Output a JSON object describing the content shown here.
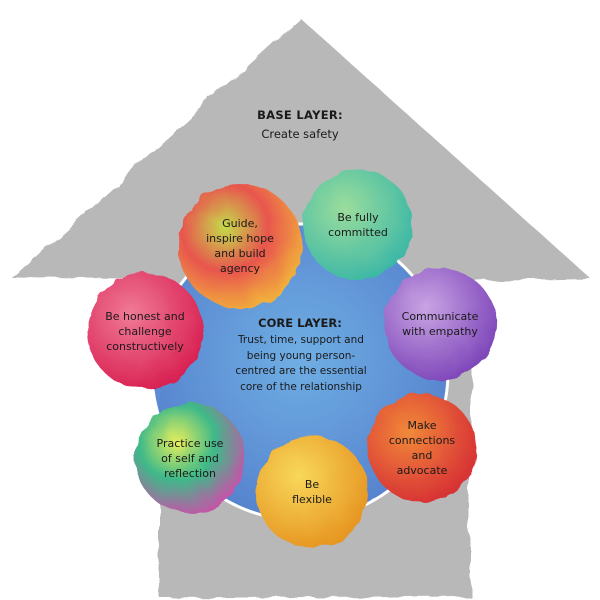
{
  "base_layer": {
    "title": "BASE LAYER:",
    "subtitle": "Create safety"
  },
  "core_layer": {
    "title": "CORE LAYER:",
    "lines": [
      "Trust, time, support and",
      "being young person-",
      "centred are the essential",
      "core of the relationship"
    ]
  },
  "bubbles": [
    {
      "lines": [
        "Guide,",
        "inspire hope",
        "and build",
        "agency"
      ],
      "colors": [
        "#c4db4a",
        "#e8554e",
        "#f2b43a"
      ]
    },
    {
      "lines": [
        "Be fully",
        "committed"
      ],
      "colors": [
        "#9bdd9c",
        "#3bb7a6"
      ]
    },
    {
      "lines": [
        "Communicate",
        "with empathy"
      ],
      "colors": [
        "#c9a4e4",
        "#7c44b8"
      ]
    },
    {
      "lines": [
        "Make",
        "connections",
        "and",
        "advocate"
      ],
      "colors": [
        "#f28a3a",
        "#d62e35"
      ]
    },
    {
      "lines": [
        "Be",
        "flexible"
      ],
      "colors": [
        "#f8d85a",
        "#e69420"
      ]
    },
    {
      "lines": [
        "Practice use",
        "of self and",
        "reflection"
      ],
      "colors": [
        "#e6ef5c",
        "#3eb989",
        "#cc4fa9"
      ]
    },
    {
      "lines": [
        "Be honest and",
        "challenge",
        "constructively"
      ],
      "colors": [
        "#f07a97",
        "#d81f50"
      ]
    }
  ],
  "colors": {
    "house": "#b8b8b8",
    "core": "#6aaee8",
    "core_deep": "#4e7fd0",
    "ring": "#ffffff"
  }
}
